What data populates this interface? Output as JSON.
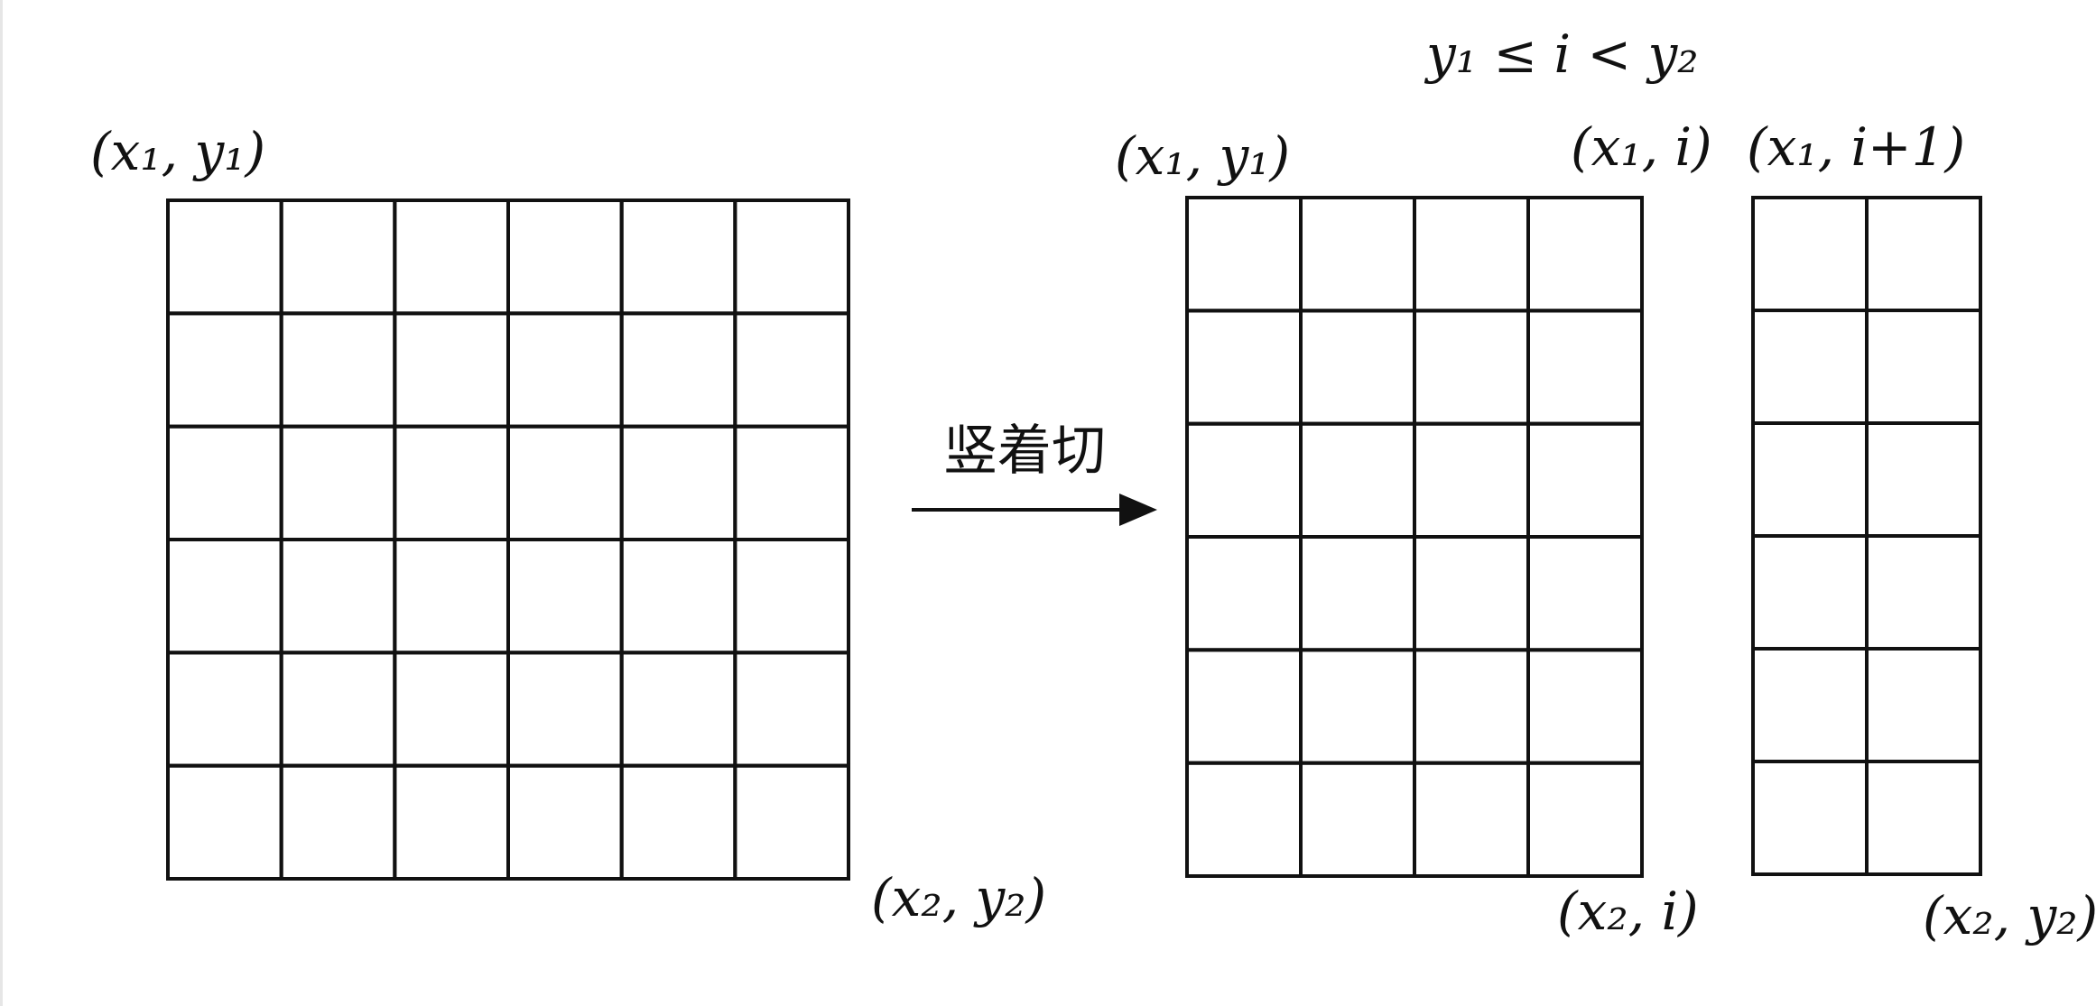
{
  "colors": {
    "ink": "#111111",
    "background": "#ffffff"
  },
  "condition": "y₁ ≤ i < y₂",
  "arrow": {
    "label": "竖着切"
  },
  "grids": [
    {
      "name": "original",
      "rows": 6,
      "cols": 6,
      "top_left_label": "(x₁, y₁)",
      "bottom_right_label": "(x₂, y₂)"
    },
    {
      "name": "left-part",
      "rows": 6,
      "cols": 4,
      "top_left_label": "(x₁, y₁)",
      "top_right_label": "(x₁, i)",
      "bottom_right_label": "(x₂, i)"
    },
    {
      "name": "right-part",
      "rows": 6,
      "cols": 2,
      "top_left_label": "(x₁, i+1)",
      "bottom_right_label": "(x₂, y₂)"
    }
  ]
}
